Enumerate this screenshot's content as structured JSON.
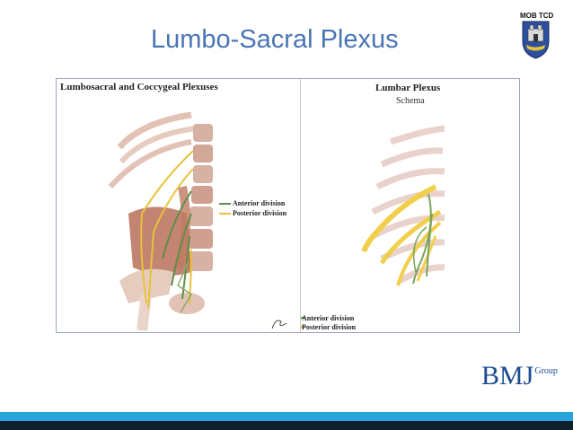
{
  "slide": {
    "title": "Lumbo-Sacral Plexus",
    "badge": "MOB TCD"
  },
  "figure": {
    "left_panel": {
      "title": "Lumbosacral and Coccygeal Plexuses",
      "legend": [
        "Anterior division",
        "Posterior division"
      ]
    },
    "right_panel": {
      "title": "Lumbar Plexus",
      "subtitle": "Schema",
      "legend": [
        "Anterior division",
        "Posterior division"
      ]
    }
  },
  "logo": {
    "main": "BMJ",
    "sub": "Group"
  },
  "colors": {
    "title": "#4a75b4",
    "anterior": "#5e8f4a",
    "posterior": "#e6c33a",
    "blue_bar": "#29a4dd",
    "dark_bar": "#10202e",
    "logo": "#1b4d8f"
  }
}
